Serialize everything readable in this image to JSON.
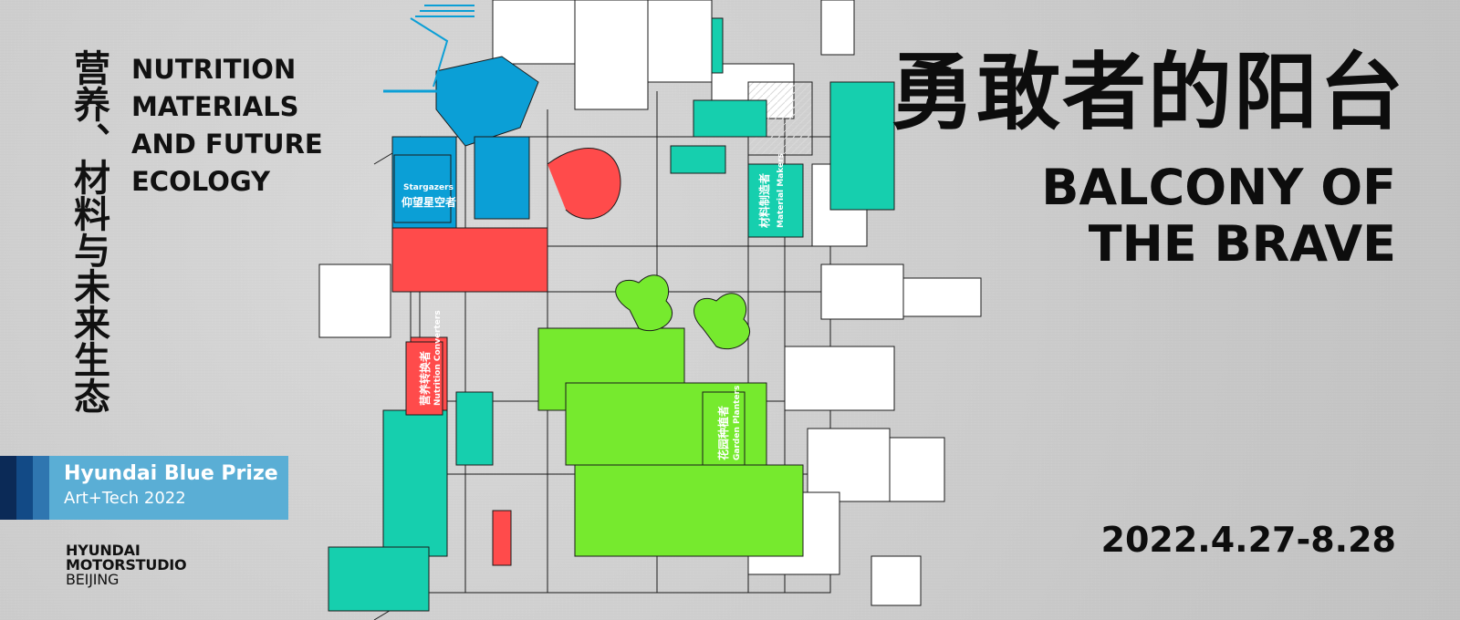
{
  "left": {
    "vertical_title_cn": "营养、材料与未来生态",
    "title_en_lines": [
      "NUTRITION",
      "MATERIALS",
      "AND FUTURE",
      "ECOLOGY"
    ]
  },
  "prize": {
    "title": "Hyundai Blue Prize",
    "subtitle": "Art+Tech 2022",
    "colors": {
      "stripe_1": "#0b2a57",
      "stripe_2": "#124a86",
      "stripe_3": "#2f76b0",
      "main": "#5aaed5"
    }
  },
  "logo": {
    "lines": [
      "HYUNDAI",
      "MOTORSTUDIO",
      "BEIJING"
    ]
  },
  "right": {
    "title_cn": "勇敢者的阳台",
    "title_en_lines": [
      "BALCONY OF",
      "THE BRAVE"
    ],
    "date_range": "2022.4.27-8.28"
  },
  "illustration": {
    "palette": {
      "teal": "#16cfae",
      "blue": "#0b9fd6",
      "red": "#ff4b4b",
      "green": "#76ea2e",
      "white": "#ffffff",
      "outline": "#1b1b1b"
    },
    "signs": {
      "stargazers": {
        "line1": "Stargazers",
        "line2": "仰望星空者"
      },
      "material_makers": {
        "line1": "材料制造者",
        "line2": "Material Makers"
      },
      "nutrition_converters": {
        "line1": "营养转换者",
        "line2": "Nutrition Converters"
      },
      "garden_planters": {
        "line1": "花园种植者",
        "line2": "Garden Planters"
      }
    }
  }
}
